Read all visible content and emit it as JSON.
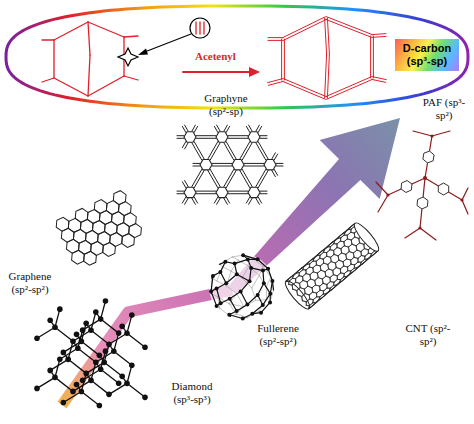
{
  "diagram": {
    "nodes": [
      {
        "text": [
          "Acetenyl"
        ]
      },
      {
        "text": [
          "D-carbon (sp³-sp)"
        ],
        "in": 0
      }
    ],
    "labels": [
      "Graphyne (sp²-sp)",
      "PAF (sp³-sp²)",
      "Graphene (sp²-sp²)",
      "Fullerene (sp²-sp²)",
      "CNT (sp²-sp²)",
      "Diamond (sp³-sp³)"
    ]
  }
}
